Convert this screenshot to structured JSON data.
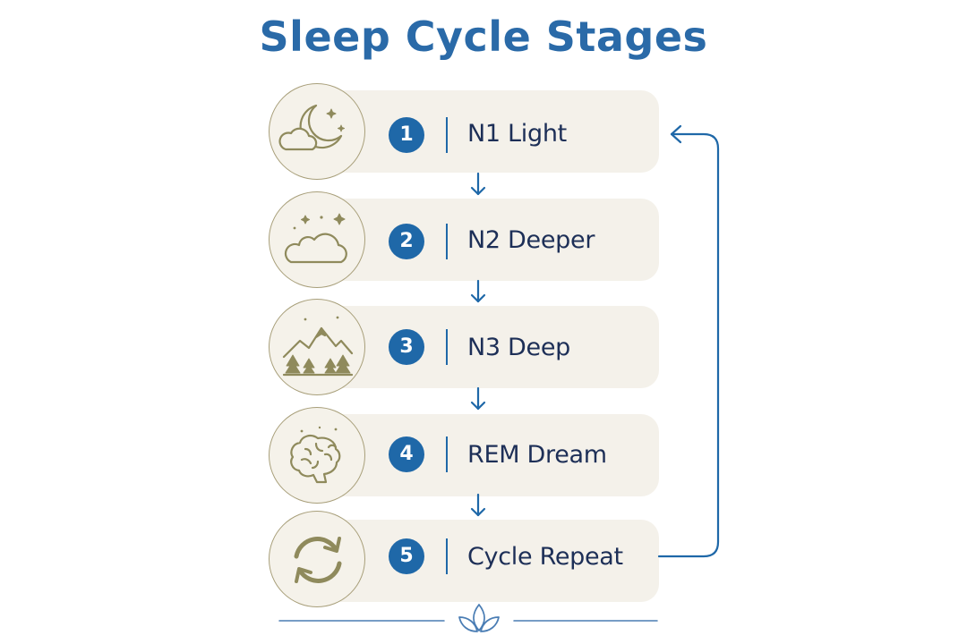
{
  "title": "Sleep Cycle Stages",
  "colors": {
    "accent": "#2a6aa8",
    "badge": "#1f68a8",
    "label": "#1d2f57",
    "card": "#f4f1ea",
    "icon": "#8f8a5c"
  },
  "stages": [
    {
      "number": "1",
      "label": "N1 Light",
      "icon": "moon-cloud-icon"
    },
    {
      "number": "2",
      "label": "N2 Deeper",
      "icon": "cloud-stars-icon"
    },
    {
      "number": "3",
      "label": "N3 Deep",
      "icon": "mountain-trees-icon"
    },
    {
      "number": "4",
      "label": "REM Dream",
      "icon": "brain-icon"
    },
    {
      "number": "5",
      "label": "Cycle Repeat",
      "icon": "cycle-arrows-icon"
    }
  ],
  "loop_arrow": {
    "from": "5",
    "to": "1"
  },
  "footer_icon": "leaf-ornament-icon"
}
